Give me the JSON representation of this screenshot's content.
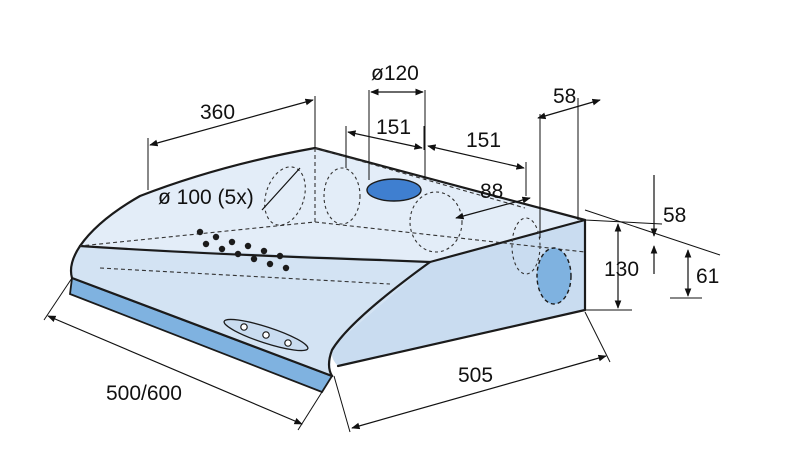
{
  "dimensions": {
    "diameter_outlet": "ø120",
    "width_top": "360",
    "spacing_a": "151",
    "spacing_b": "151",
    "depth_offset": "88",
    "side_offset": "58",
    "vertical_offset": "58",
    "height_side": "130",
    "height_outlet": "61",
    "depth": "505",
    "width": "500/600",
    "side_holes": "ø 100 (5x)"
  },
  "colors": {
    "body_fill": "#dfeaf6",
    "front_strip": "#7fb2e0",
    "outline": "#1b1b1b",
    "outlet_hole": "#3f7fd0"
  },
  "controls": {
    "button_count": 3,
    "grille_dot_count": 12
  }
}
